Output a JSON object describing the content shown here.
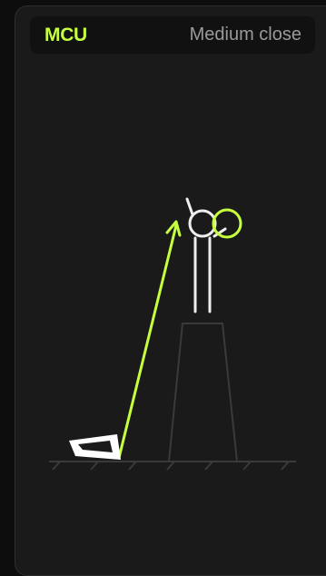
{
  "shot": {
    "code": "MCU",
    "name": "Medium close"
  },
  "colors": {
    "accent": "#c6ff3d",
    "card_bg": "#1a1a1a",
    "header_bg": "#111111",
    "label": "#9a9a9a",
    "figure": "#eeeeee",
    "structure": "#3a3a3a"
  },
  "diagram": {
    "icons": [
      "camera-icon",
      "camera-direction-arrow",
      "subject-figure",
      "head-focus-circle",
      "pedestal",
      "ground-line"
    ]
  }
}
